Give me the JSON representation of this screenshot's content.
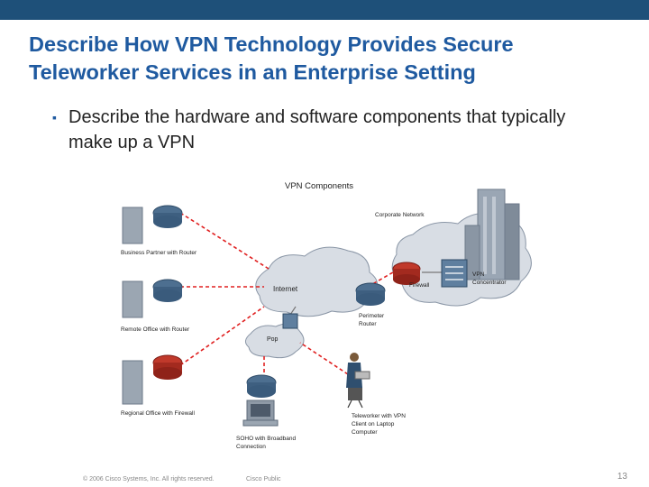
{
  "slide": {
    "title_line1": "Describe How VPN Technology Provides Secure",
    "title_line2": "Teleworker Services in an Enterprise Setting",
    "bullet": "Describe the hardware and software components that typically make up a VPN"
  },
  "diagram": {
    "title": "VPN Components",
    "labels": {
      "business_partner": "Business Partner with Router",
      "remote_office": "Remote Office with Router",
      "regional_office": "Regional Office with Firewall",
      "soho_1": "SOHO with Broadband",
      "soho_2": "Connection",
      "internet": "Internet",
      "pop": "Pop",
      "corporate_network": "Corporate Network",
      "firewall": "Firewall",
      "vpn_1": "VPN",
      "vpn_2": "Concentrator",
      "perimeter_1": "Perimeter",
      "perimeter_2": "Router",
      "teleworker_1": "Teleworker with VPN",
      "teleworker_2": "Client on Laptop",
      "teleworker_3": "Computer"
    }
  },
  "footer": {
    "copyright": "© 2006 Cisco Systems, Inc. All rights reserved.",
    "classification": "Cisco Public",
    "page_number": "13"
  },
  "colors": {
    "title": "#1f5aa0",
    "top_bar": "#1e5079",
    "tunnel": "#e02020"
  }
}
